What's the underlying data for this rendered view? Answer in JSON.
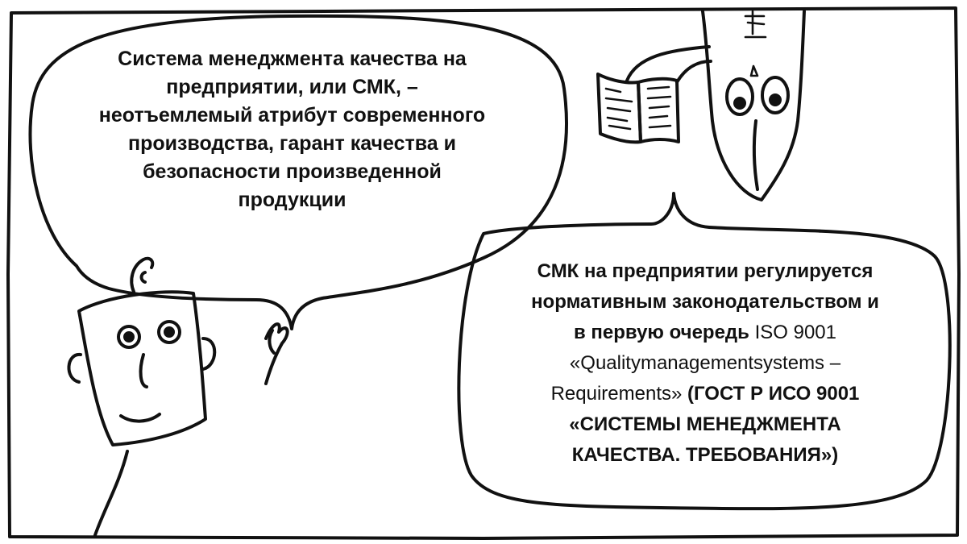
{
  "bubble_left": {
    "lines": [
      "Система менеджмента качества на",
      "предприятии, или СМК, –",
      "неотъемлемый атрибут современного",
      "производства, гарант качества и",
      "безопасности произведенной",
      "продукции"
    ]
  },
  "bubble_right": {
    "line1": "СМК на предприятии регулируется",
    "line2": "нормативным законодательством и",
    "line3_bold": "в первую очередь ",
    "line3_light": "ISO 9001",
    "line4_light": "«Qualitymanagementsystems –",
    "line5_light": "Requirements» ",
    "line5_bold": "(ГОСТ Р ИСО 9001",
    "line6": "«СИСТЕМЫ МЕНЕДЖМЕНТА",
    "line7": "КАЧЕСТВА. ТРЕБОВАНИЯ»)"
  },
  "colors": {
    "ink": "#111111",
    "paper": "#ffffff"
  }
}
